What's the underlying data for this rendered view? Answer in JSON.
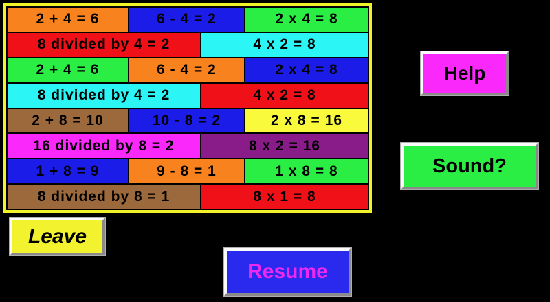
{
  "background_color": "#000000",
  "board": {
    "border_color": "#F2F228",
    "line_color": "#000000",
    "rows": [
      {
        "cells": [
          {
            "text": "2 + 4 = 6",
            "bg": "#F8821E"
          },
          {
            "text": "6 - 4 = 2",
            "bg": "#1C1CE8"
          },
          {
            "text": "2 x 4 = 8",
            "bg": "#2AEE44"
          }
        ]
      },
      {
        "cells": [
          {
            "text": "8 divided by 4 = 2",
            "bg": "#F01018"
          },
          {
            "text": "4 x 2 = 8",
            "bg": "#2CF5F5"
          }
        ]
      },
      {
        "cells": [
          {
            "text": "2 + 4 = 6",
            "bg": "#2AEE44"
          },
          {
            "text": "6 - 4 = 2",
            "bg": "#F8821E"
          },
          {
            "text": "2 x 4 = 8",
            "bg": "#1C1CE8"
          }
        ]
      },
      {
        "cells": [
          {
            "text": "8 divided by 4 = 2",
            "bg": "#2CF5F5"
          },
          {
            "text": "4 x 2 = 8",
            "bg": "#F01018"
          }
        ]
      },
      {
        "cells": [
          {
            "text": "2 + 8 = 10",
            "bg": "#9B693C"
          },
          {
            "text": "10 - 8 = 2",
            "bg": "#1C1CE8"
          },
          {
            "text": "2 x 8 = 16",
            "bg": "#FAFA3C"
          }
        ]
      },
      {
        "cells": [
          {
            "text": "16 divided by 8 = 2",
            "bg": "#FA28FA"
          },
          {
            "text": "8 x 2 = 16",
            "bg": "#8A1C8A"
          }
        ]
      },
      {
        "cells": [
          {
            "text": "1 + 8 = 9",
            "bg": "#1C1CE8"
          },
          {
            "text": "9 - 8 = 1",
            "bg": "#F8821E"
          },
          {
            "text": "1 x 8 = 8",
            "bg": "#2AEE44"
          }
        ]
      },
      {
        "cells": [
          {
            "text": "8 divided by 8 = 1",
            "bg": "#9B693C"
          },
          {
            "text": "8 x 1 = 8",
            "bg": "#F01018"
          }
        ]
      }
    ]
  },
  "buttons": {
    "help": {
      "label": "Help",
      "bg": "#FA28FA",
      "color": "#000000"
    },
    "sound": {
      "label": "Sound?",
      "bg": "#2AEE44",
      "color": "#000000"
    },
    "leave": {
      "label": "Leave",
      "bg": "#F2F22E",
      "color": "#000000"
    },
    "resume": {
      "label": "Resume",
      "bg": "#2A2AEE",
      "color": "#EE28EE"
    }
  }
}
